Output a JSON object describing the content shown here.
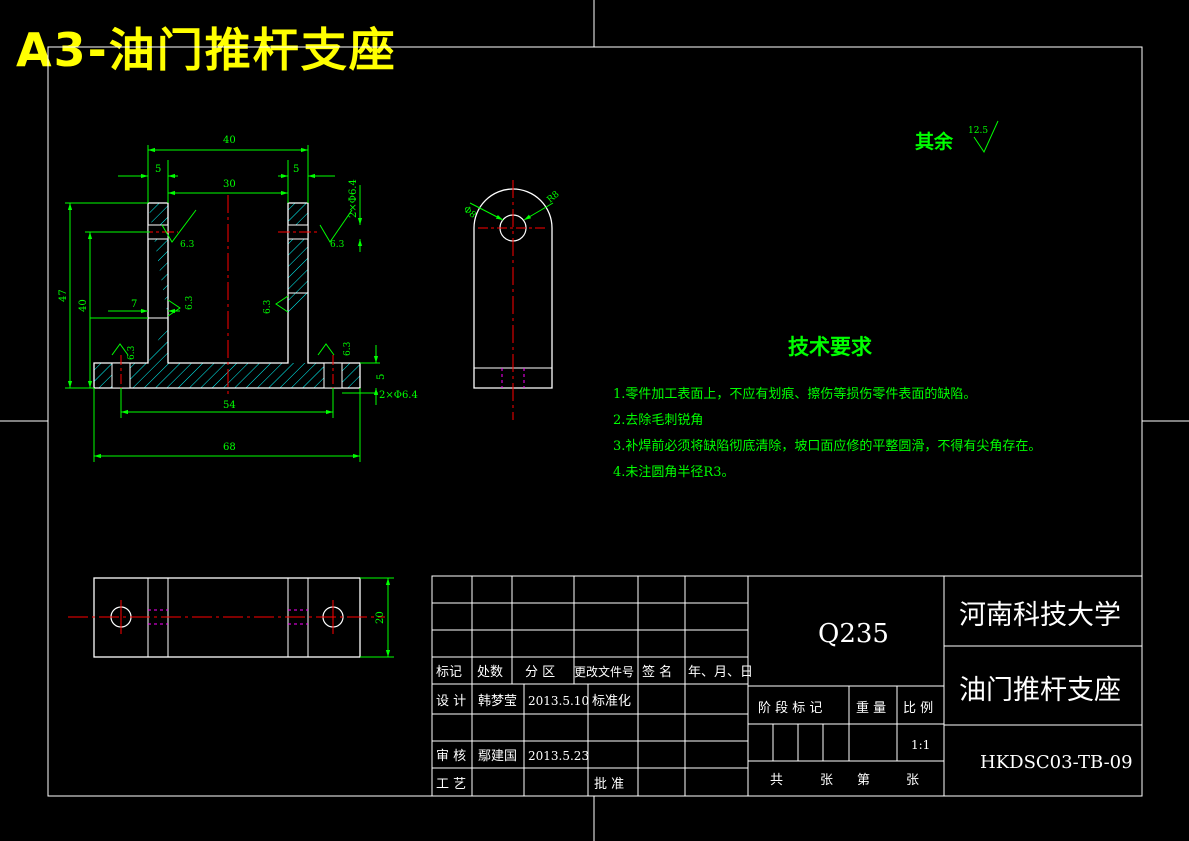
{
  "sheet_title": "A3-油门推杆支座",
  "roughness_note": {
    "label": "其余",
    "value": "12.5"
  },
  "tech_requirements": {
    "heading": "技术要求",
    "items": [
      "1.零件加工表面上，不应有划痕、擦伤等损伤零件表面的缺陷。",
      "2.去除毛刺锐角",
      "3.补焊前必须将缺陷彻底清除，坡口面应修的平整圆滑，不得有尖角存在。",
      "4.未注圆角半径R3。"
    ]
  },
  "front_view": {
    "dims": {
      "overall_top": "40",
      "inner_width": "30",
      "wall_left": "5",
      "wall_right": "5",
      "hole_note_top": "2×Φ6.4",
      "height_total": "47",
      "height_inner": "40",
      "web": "7",
      "base_thk": "5",
      "hole_note_base": "2×Φ6.4",
      "base_span": "54",
      "overall_width": "68"
    },
    "roughness": [
      "6.3",
      "6.3",
      "6.3",
      "6.3",
      "6.3",
      "6.3"
    ]
  },
  "side_view": {
    "dims": [
      "Φ8",
      "R8"
    ]
  },
  "top_view": {
    "dim_height": "20"
  },
  "title_block": {
    "material": "Q235",
    "school": "河南科技大学",
    "part_name": "油门推杆支座",
    "drawing_no": "HKDSC03-TB-09",
    "rev_header": [
      "标记",
      "处数",
      "分 区",
      "更改文件号",
      "签 名",
      "年、月、日"
    ],
    "design_label": "设 计",
    "designer": "韩梦莹",
    "design_date": "2013.5.10",
    "standardize": "标准化",
    "check_label": "审 核",
    "checker": "鄢建国",
    "check_date": "2013.5.23",
    "process_label": "工 艺",
    "approve_label": "批 准",
    "stage_label": "阶 段 标 记",
    "weight_label": "重 量",
    "scale_label": "比 例",
    "scale": "1:1",
    "sheets": [
      "共",
      "张",
      "第",
      "张"
    ]
  }
}
